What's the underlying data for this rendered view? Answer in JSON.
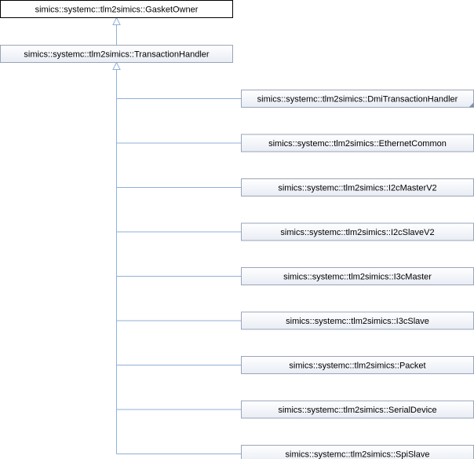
{
  "diagram": {
    "root": {
      "id": "gasket-owner",
      "label": "simics::systemc::tlm2simics::GasketOwner"
    },
    "parent": {
      "id": "transaction-handler",
      "label": "simics::systemc::tlm2simics::TransactionHandler"
    },
    "children": [
      {
        "id": "dmi-transaction-handler",
        "label": "simics::systemc::tlm2simics::DmiTransactionHandler",
        "has_more": true
      },
      {
        "id": "ethernet-common",
        "label": "simics::systemc::tlm2simics::EthernetCommon",
        "has_more": false
      },
      {
        "id": "i2c-master-v2",
        "label": "simics::systemc::tlm2simics::I2cMasterV2",
        "has_more": false
      },
      {
        "id": "i2c-slave-v2",
        "label": "simics::systemc::tlm2simics::I2cSlaveV2",
        "has_more": false
      },
      {
        "id": "i3c-master",
        "label": "simics::systemc::tlm2simics::I3cMaster",
        "has_more": false
      },
      {
        "id": "i3c-slave",
        "label": "simics::systemc::tlm2simics::I3cSlave",
        "has_more": false
      },
      {
        "id": "packet",
        "label": "simics::systemc::tlm2simics::Packet",
        "has_more": false
      },
      {
        "id": "serial-device",
        "label": "simics::systemc::tlm2simics::SerialDevice",
        "has_more": false
      },
      {
        "id": "spi-slave",
        "label": "simics::systemc::tlm2simics::SpiSlave",
        "has_more": false
      }
    ],
    "colors": {
      "edge": "#8fb0d8",
      "node_border": "#9aa4b8",
      "node_fill_top": "#ffffff",
      "node_fill_bottom": "#e8ecf4"
    }
  }
}
